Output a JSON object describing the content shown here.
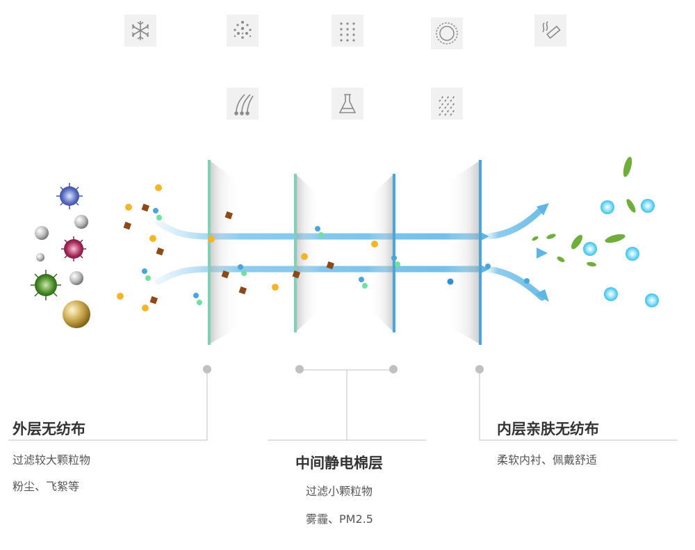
{
  "icons": [
    {
      "name": "snowflake-icon"
    },
    {
      "name": "dust-cloud-icon"
    },
    {
      "name": "fine-particles-icon"
    },
    {
      "name": "pollen-circle-icon"
    },
    {
      "name": "smoke-cigarette-icon"
    },
    {
      "name": "hair-strands-icon"
    },
    {
      "name": "chemical-flask-icon"
    },
    {
      "name": "rain-drizzle-icon"
    }
  ],
  "colors": {
    "accent_blue": "#4aa6d8",
    "outer_frame_green": "#7fd0b8",
    "particle_yellow": "#f5b52a",
    "particle_brown": "#8b4a17",
    "clean_air": "#41c6ec",
    "leaf_green": "#6fae3a",
    "label_gray": "#c0c0c0"
  },
  "layers": [
    {
      "title": "外层无纺布",
      "lines": [
        "过滤较大颗粒物",
        "粉尘、飞絮等"
      ]
    },
    {
      "title": "中间静电棉层",
      "lines": [
        "过滤小颗粒物",
        "雾霾、PM2.5"
      ]
    },
    {
      "title": "内层亲肤无纺布",
      "lines": [
        "柔软内衬、佩戴舒适"
      ]
    }
  ]
}
